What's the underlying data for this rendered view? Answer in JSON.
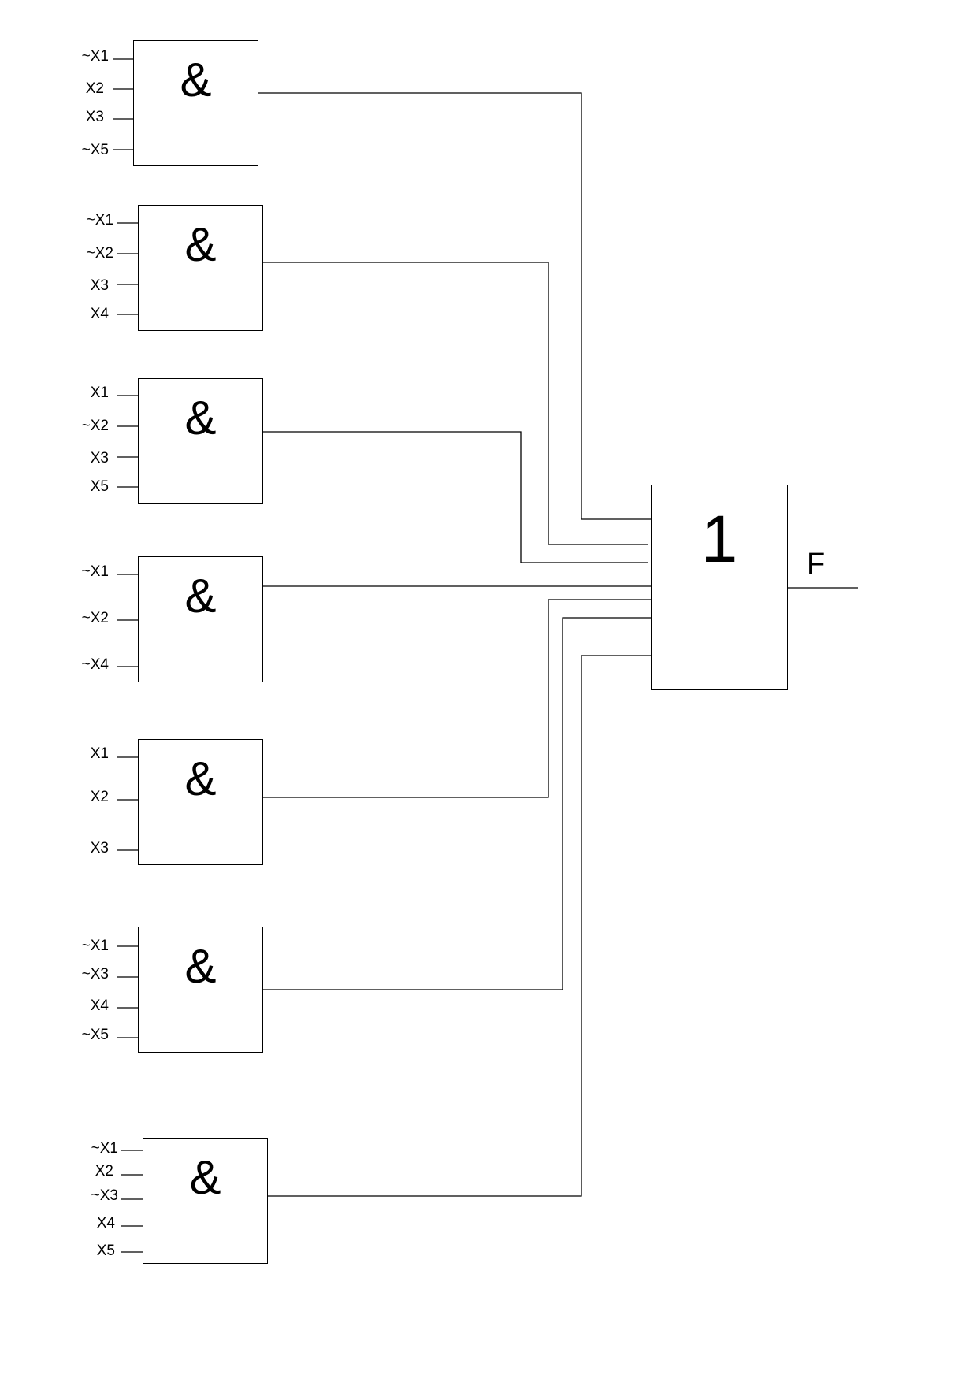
{
  "diagram": {
    "gates": [
      {
        "symbol": "&",
        "inputs": [
          "~X1",
          "X2",
          "X3",
          "~X5"
        ]
      },
      {
        "symbol": "&",
        "inputs": [
          "~X1",
          "~X2",
          "X3",
          "X4"
        ]
      },
      {
        "symbol": "&",
        "inputs": [
          "X1",
          "~X2",
          "X3",
          "X5"
        ]
      },
      {
        "symbol": "&",
        "inputs": [
          "~X1",
          "~X2",
          "~X4"
        ]
      },
      {
        "symbol": "&",
        "inputs": [
          "X1",
          "X2",
          "X3"
        ]
      },
      {
        "symbol": "&",
        "inputs": [
          "~X1",
          "~X3",
          "X4",
          "~X5"
        ]
      },
      {
        "symbol": "&",
        "inputs": [
          "~X1",
          "X2",
          "~X3",
          "X4",
          "X5"
        ]
      }
    ],
    "or_gate": {
      "symbol": "1"
    },
    "output_label": "F"
  }
}
